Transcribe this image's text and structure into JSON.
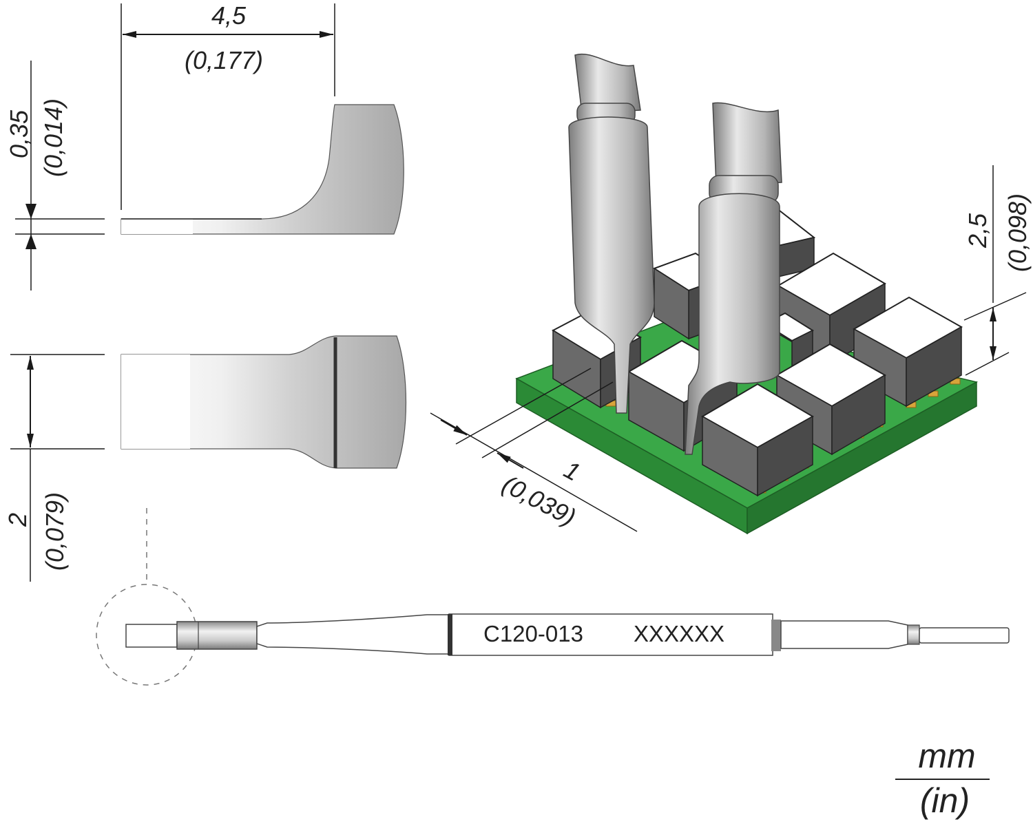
{
  "dimensions": {
    "length_mm": "4,5",
    "length_in": "(0,177)",
    "thickness_mm": "0,35",
    "thickness_in": "(0,014)",
    "width_mm": "2",
    "width_in": "(0,079)",
    "height_mm": "2,5",
    "height_in": "(0,098)",
    "pitch_mm": "1",
    "pitch_in": "(0,039)"
  },
  "cartridge": {
    "part_number": "C120-013",
    "code": "XXXXXX"
  },
  "units": {
    "primary": "mm",
    "secondary": "(in)"
  },
  "colors": {
    "pcb_green": "#2e9a3c",
    "metal_grey": "#b9b9b9",
    "component_body": "#5a5a5a"
  }
}
